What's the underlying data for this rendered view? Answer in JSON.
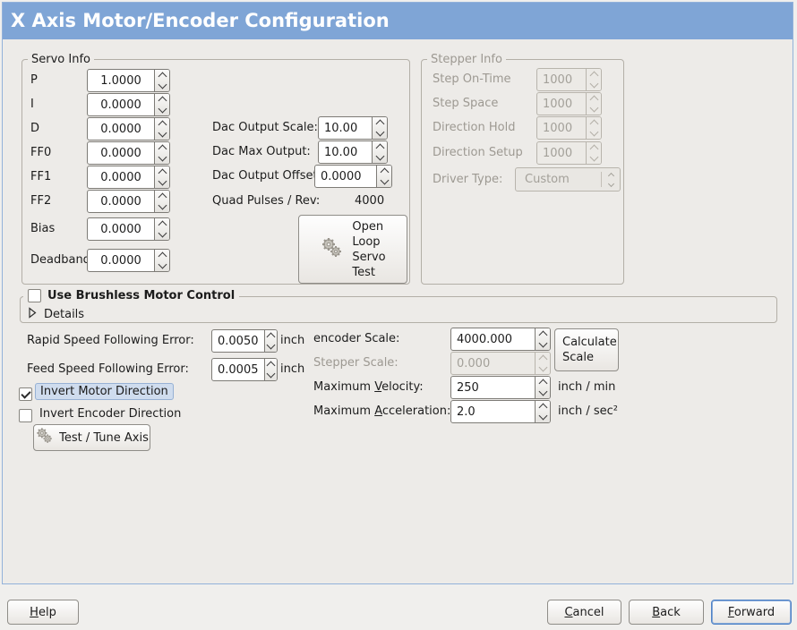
{
  "window": {
    "title": "X Axis Motor/Encoder Configuration"
  },
  "servo": {
    "legend": "Servo Info",
    "rows": [
      {
        "label": "P",
        "value": "1.0000"
      },
      {
        "label": "I",
        "value": "0.0000"
      },
      {
        "label": "D",
        "value": "0.0000"
      },
      {
        "label": "FF0",
        "value": "0.0000"
      },
      {
        "label": "FF1",
        "value": "0.0000"
      },
      {
        "label": "FF2",
        "value": "0.0000"
      },
      {
        "label": "Bias",
        "value": "0.0000"
      },
      {
        "label": "Deadband",
        "value": "0.0000"
      }
    ],
    "dac_rows": [
      {
        "label": "Dac Output Scale:",
        "value": "10.00"
      },
      {
        "label": "Dac Max Output:",
        "value": "10.00"
      },
      {
        "label": "Dac Output Offset:",
        "value": "0.0000"
      }
    ],
    "quad_label": "Quad Pulses / Rev:",
    "quad_value": "4000",
    "open_loop_lines": [
      "Open",
      "Loop",
      "Servo",
      "Test"
    ]
  },
  "stepper": {
    "legend": "Stepper Info",
    "rows": [
      {
        "label": "Step On-Time",
        "value": "1000"
      },
      {
        "label": "Step Space",
        "value": "1000"
      },
      {
        "label": "Direction Hold",
        "value": "1000"
      },
      {
        "label": "Direction Setup",
        "value": "1000"
      }
    ],
    "driver_label": "Driver Type:",
    "driver_value": "Custom"
  },
  "brushless": {
    "checkbox_label": "Use Brushless Motor Control",
    "details_label": "Details"
  },
  "following": {
    "rapid_label": "Rapid Speed Following Error:",
    "rapid_value": "0.0050",
    "rapid_unit": "inch",
    "feed_label": "Feed Speed Following Error:",
    "feed_value": "0.0005",
    "feed_unit": "inch"
  },
  "scaling": {
    "encoder_label": "encoder Scale:",
    "encoder_value": "4000.000",
    "calculate_lines": [
      "Calculate",
      "Scale"
    ],
    "stepper_label": "Stepper Scale:",
    "stepper_value": "0.000",
    "velocity_pre": "Maximum ",
    "velocity_u": "V",
    "velocity_post": "elocity:",
    "velocity_value": "250",
    "velocity_unit": "inch / min",
    "accel_pre": "Maximum ",
    "accel_u": "A",
    "accel_post": "cceleration:",
    "accel_value": "2.0",
    "accel_unit": "inch / sec²"
  },
  "invert": {
    "motor_label": "Invert Motor Direction",
    "encoder_label": "Invert Encoder Direction"
  },
  "test_button_label": "Test / Tune Axis",
  "footer": {
    "help_u": "H",
    "help_rest": "elp",
    "cancel_u": "C",
    "cancel_rest": "ancel",
    "back_u": "B",
    "back_rest": "ack",
    "forward_u": "F",
    "forward_rest": "orward"
  },
  "colors": {
    "titlebar": "#7fa5d6",
    "window_bg": "#edebe8",
    "focus_highlight": "#cfdcee"
  }
}
